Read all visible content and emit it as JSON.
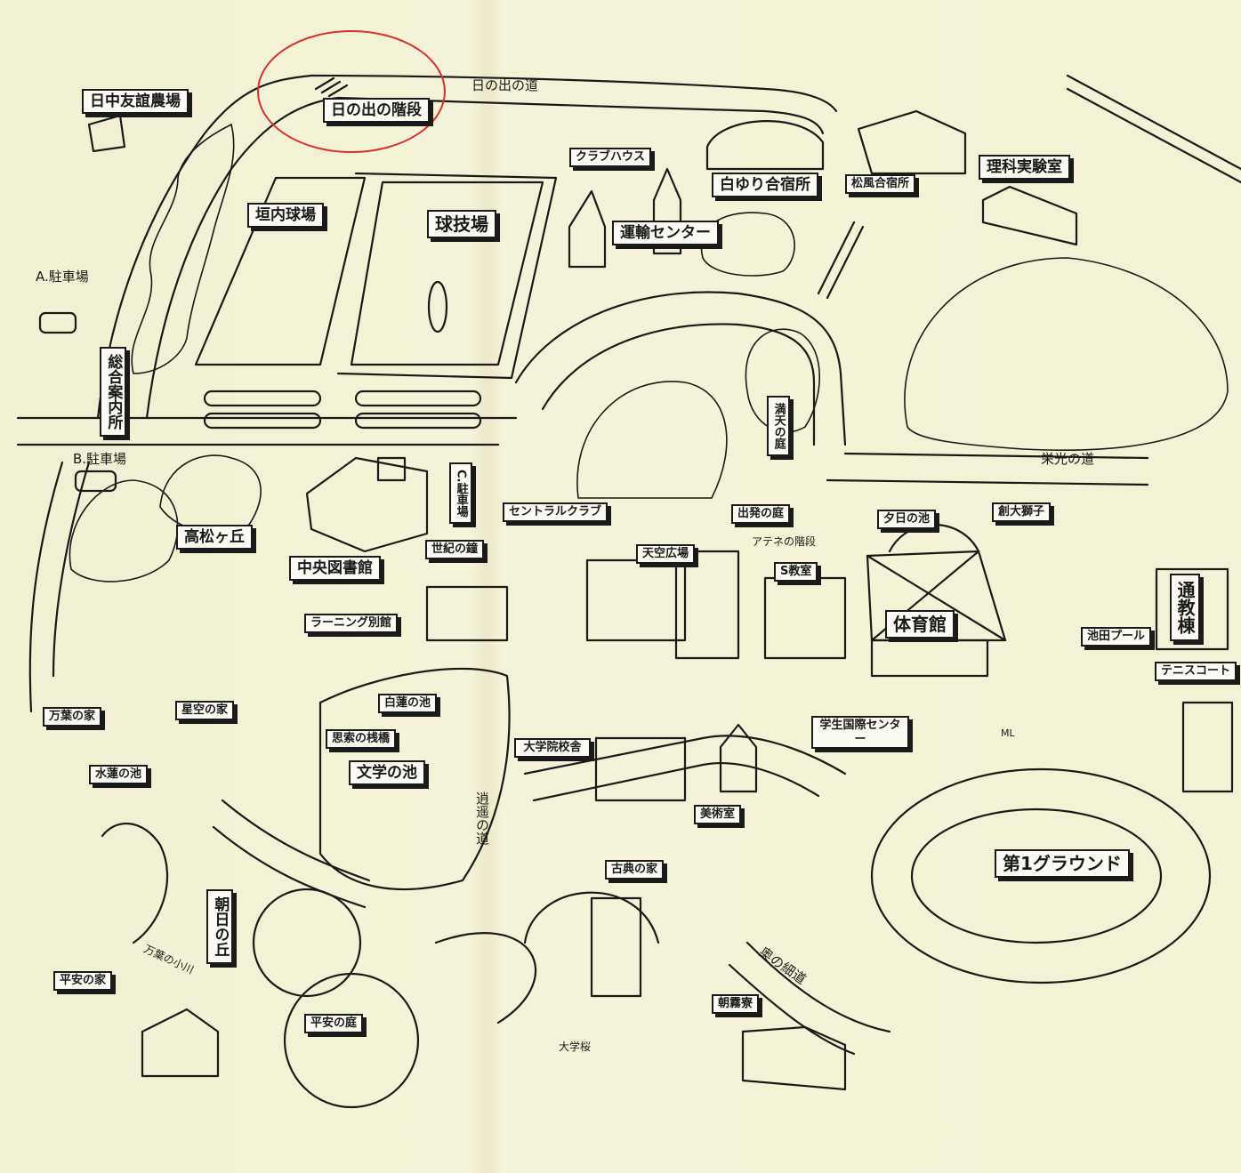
{
  "labels": {
    "nicchu_farm": "日中友誼農場",
    "hinode_stairs": "日の出の階段",
    "hinode_road": "日の出の道",
    "club_house": "クラブハウス",
    "shirayuri_camp": "白ゆり合宿所",
    "shofu_camp": "松風合宿所",
    "science_lab": "理科実験室",
    "kakiuchi_field": "垣内球場",
    "kyugijo": "球技場",
    "unyu_center": "運輸センター",
    "parking_a": "A.駐車場",
    "info_center": "総合案内所",
    "parking_b": "B.駐車場",
    "mantens_garden": "満天の庭",
    "eiko_road": "栄光の道",
    "parking_c": "C.駐車場",
    "central_club": "セントラルクラブ",
    "takamatsu_hill": "高松ヶ丘",
    "central_library": "中央図書館",
    "seiki_bell": "世紀の鐘",
    "shuppatsu_garden": "出発の庭",
    "yuhi_pond": "夕日の池",
    "sodai_lion": "創大獅子",
    "tenku_plaza": "天空広場",
    "athene_stairs": "アテネの階段",
    "s_classroom": "S教室",
    "gymnasium": "体育館",
    "tsukyo_building": "通教棟",
    "learning_annex": "ラーニング別館",
    "ikeda_pool": "池田プール",
    "tennis_court": "テニスコート",
    "byakuren_pond": "白蓮の池",
    "shisaku_bridge": "思索の桟橋",
    "bungaku_pond": "文学の池",
    "graduate_school": "大学院校舎",
    "intl_center": "学生国際センター",
    "manyo_house": "万葉の家",
    "hoshizora_house": "星空の家",
    "suiren_pond": "水蓮の池",
    "art_room": "美術室",
    "shoyo_road": "逍遥の道",
    "kotenn_house": "古典の家",
    "first_ground": "第1グラウンド",
    "asahi_hill": "朝日の丘",
    "heian_house": "平安の家",
    "manyo_stream": "万葉の小川",
    "oku_road": "奥の細道",
    "heian_garden": "平安の庭",
    "asagiri_dorm": "朝霧寮",
    "daigaku_zakura": "大学桜",
    "ml_label": "ML"
  },
  "colors": {
    "paper": "#f3f1d6",
    "ink": "#1a1a1a",
    "highlight_circle": "#d9302b"
  }
}
